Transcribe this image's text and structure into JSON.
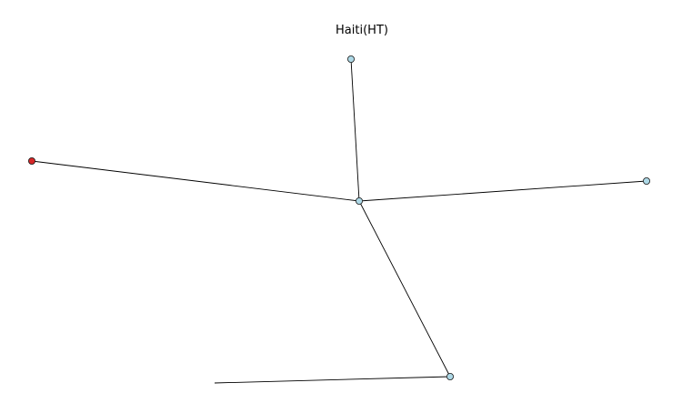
{
  "diagram": {
    "title": "Haiti(HT)",
    "colors": {
      "node_default": "#add8e6",
      "node_highlight": "#d62728",
      "edge": "#000000"
    },
    "nodes": [
      {
        "id": "n1",
        "role": "hub",
        "color": "node_default"
      },
      {
        "id": "n2",
        "role": "leaf",
        "color": "node_default"
      },
      {
        "id": "n3",
        "role": "leaf",
        "color": "node_highlight"
      },
      {
        "id": "n4",
        "role": "leaf",
        "color": "node_default"
      },
      {
        "id": "n5",
        "role": "branch",
        "color": "node_default"
      }
    ],
    "edges": [
      {
        "from": "n1",
        "to": "n2"
      },
      {
        "from": "n1",
        "to": "n3"
      },
      {
        "from": "n1",
        "to": "n4"
      },
      {
        "from": "n1",
        "to": "n5"
      },
      {
        "from": "n5",
        "to": "n6-offscreen"
      }
    ]
  }
}
